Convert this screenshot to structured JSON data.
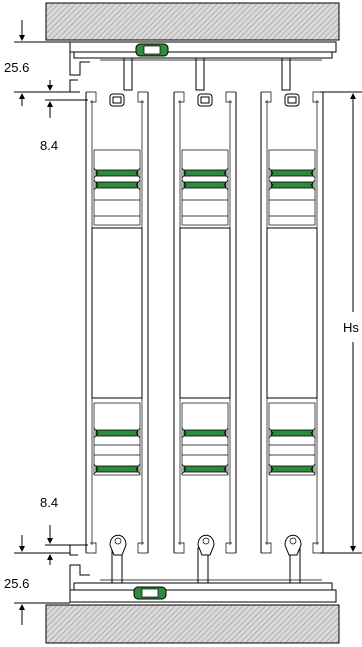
{
  "dimensions": {
    "top_outer": "25.6",
    "top_inner": "8.4",
    "bottom_inner": "8.4",
    "bottom_outer": "25.6",
    "height_label": "Hs"
  },
  "colors": {
    "line": "#000000",
    "gasket": "#2e8b3e",
    "background": "#ffffff"
  },
  "panels": [
    {
      "id": "left"
    },
    {
      "id": "middle"
    },
    {
      "id": "right"
    }
  ]
}
